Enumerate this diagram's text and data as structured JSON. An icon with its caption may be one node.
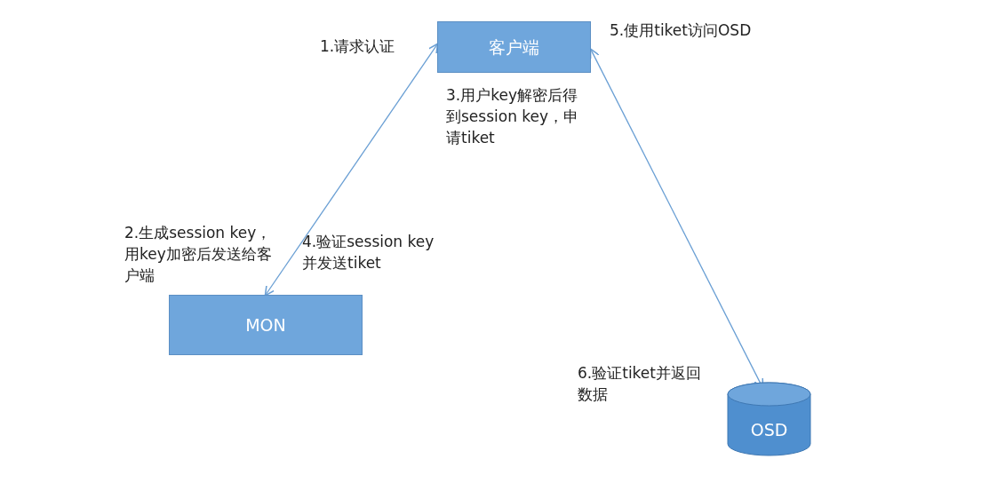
{
  "diagram": {
    "nodes": [
      {
        "text": [
          "客户端"
        ]
      },
      {
        "text": [
          "MON"
        ]
      },
      {
        "text": [
          "OSD"
        ]
      }
    ],
    "edges": [
      {
        "from": 1,
        "to": 0,
        "arrow": "both"
      },
      {
        "from": 0,
        "to": 2,
        "arrow": "both"
      }
    ],
    "labels": [
      "1.请求认证",
      "5.使用tiket访问OSD",
      "3.用户key解密后得到session key，申请tiket",
      "2.生成session key，用key加密后发送给客户端",
      "4.验证session key并发送tiket",
      "6.验证tiket并返回数据"
    ]
  }
}
